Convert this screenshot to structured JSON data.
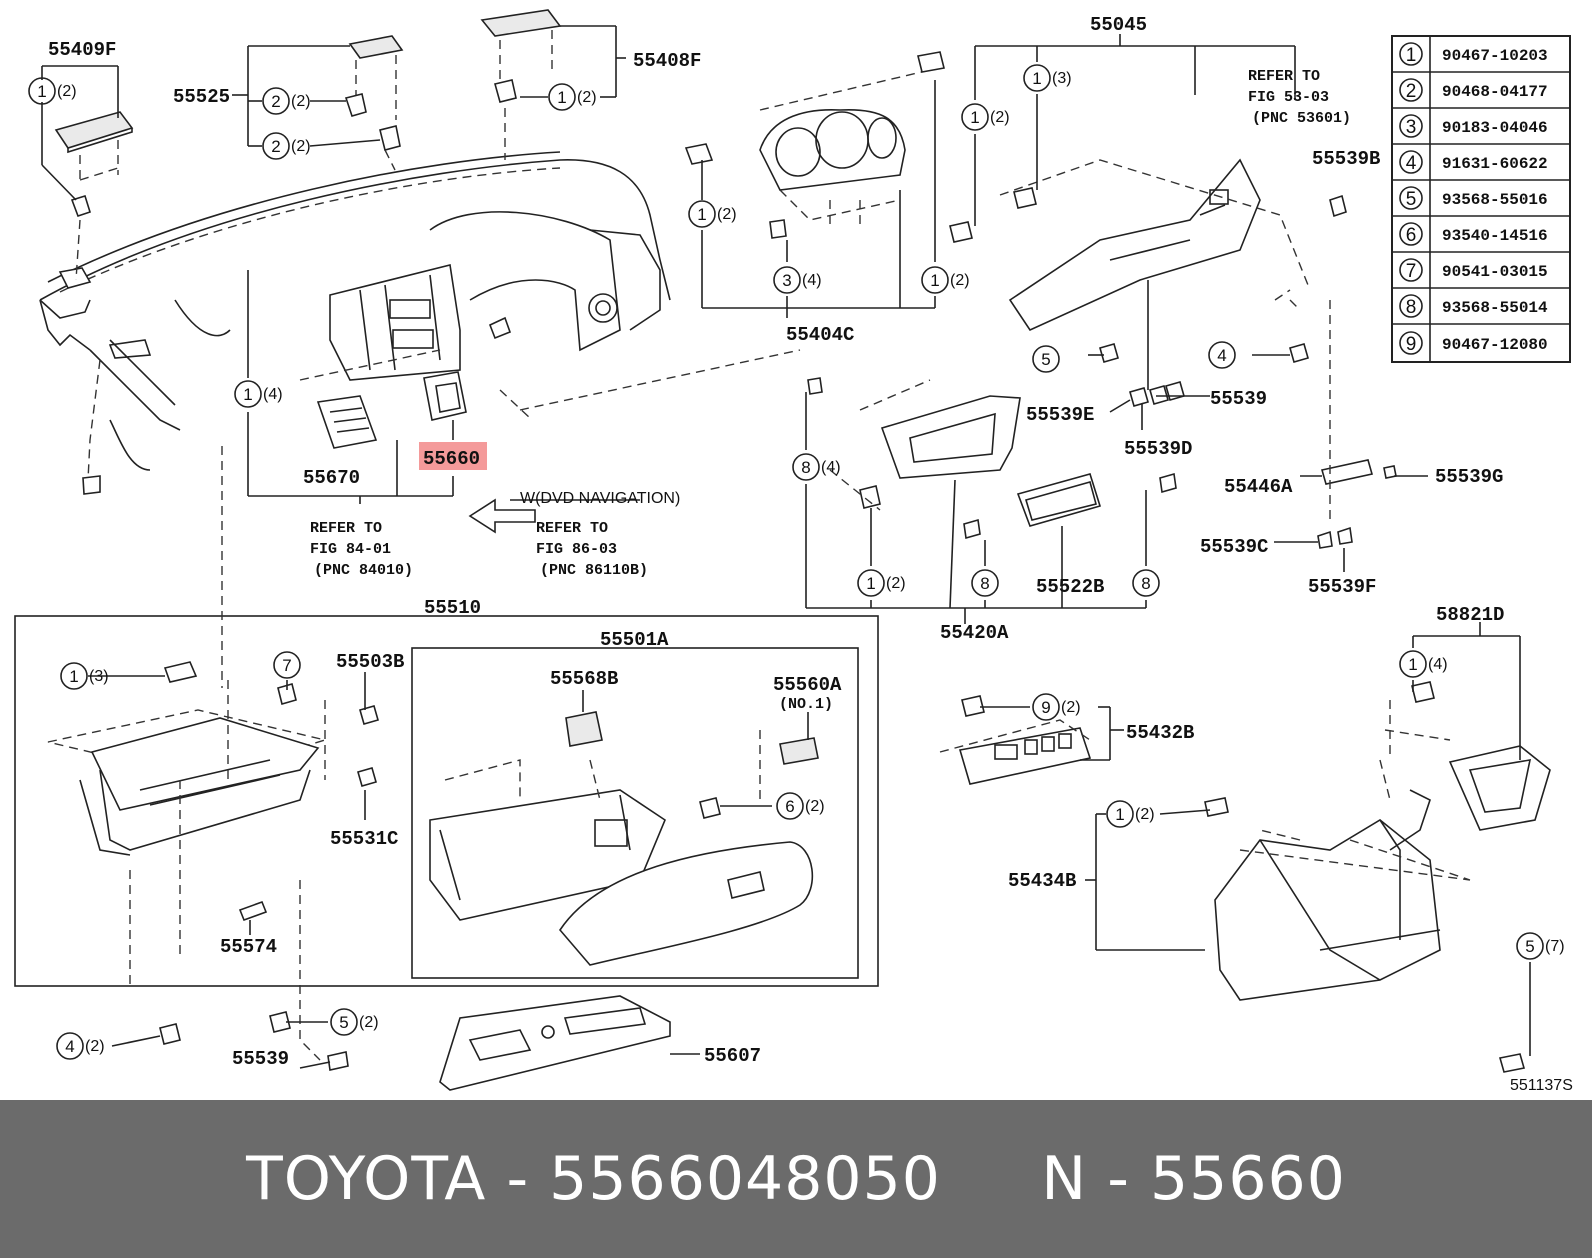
{
  "diagram": {
    "part_labels": {
      "p55409F": "55409F",
      "p55525": "55525",
      "p55408F": "55408F",
      "p55045": "55045",
      "p55539B": "55539B",
      "p55404C": "55404C",
      "p55670": "55670",
      "p55660": "55660",
      "p55539E": "55539E",
      "p55539": "55539",
      "p55539D": "55539D",
      "p55446A": "55446A",
      "p55539G": "55539G",
      "p55522B": "55522B",
      "p55420A": "55420A",
      "p55539C": "55539C",
      "p55539F": "55539F",
      "p55510": "55510",
      "p55501A": "55501A",
      "p55503B": "55503B",
      "p55568B": "55568B",
      "p55560A": "55560A",
      "p55560A_note": "(NO.1)",
      "p55531C": "55531C",
      "p55574": "55574",
      "p55539_bottom": "55539",
      "p55607": "55607",
      "p58821D": "58821D",
      "p55432B": "55432B",
      "p55434B": "55434B",
      "illustration_code": "551137S"
    },
    "refs": {
      "fig53_l1": "REFER TO",
      "fig53_l2": "FIG 53-03",
      "fig53_l3": "(PNC 53601)",
      "fig84_l1": "REFER TO",
      "fig84_l2": "FIG 84-01",
      "fig84_l3": "(PNC 84010)",
      "fig86_l1": "REFER TO",
      "fig86_l2": "FIG 86-03",
      "fig86_l3": "(PNC 86110B)",
      "dvd_note": "W(DVD NAVIGATION)"
    },
    "callouts": {
      "c_409f": {
        "num": "1",
        "qty": "(2)"
      },
      "c_525a": {
        "num": "2",
        "qty": "(2)"
      },
      "c_525b": {
        "num": "2",
        "qty": "(2)"
      },
      "c_408f": {
        "num": "1",
        "qty": "(2)"
      },
      "c_045a": {
        "num": "1",
        "qty": "(3)"
      },
      "c_045b": {
        "num": "1",
        "qty": "(2)"
      },
      "c_404a": {
        "num": "1",
        "qty": "(2)"
      },
      "c_404b": {
        "num": "3",
        "qty": "(4)"
      },
      "c_404c": {
        "num": "1",
        "qty": "(2)"
      },
      "c_670": {
        "num": "1",
        "qty": "(4)"
      },
      "c_s5": {
        "num": "5",
        "qty": ""
      },
      "c_s4": {
        "num": "4",
        "qty": ""
      },
      "c_420a": {
        "num": "8",
        "qty": "(4)"
      },
      "c_420b": {
        "num": "1",
        "qty": "(2)"
      },
      "c_420c": {
        "num": "8",
        "qty": ""
      },
      "c_420d": {
        "num": "8",
        "qty": ""
      },
      "c_510a": {
        "num": "1",
        "qty": "(3)"
      },
      "c_510b": {
        "num": "7",
        "qty": ""
      },
      "c_501a": {
        "num": "6",
        "qty": "(2)"
      },
      "c_bot4": {
        "num": "4",
        "qty": "(2)"
      },
      "c_bot5": {
        "num": "5",
        "qty": "(2)"
      },
      "c_821": {
        "num": "1",
        "qty": "(4)"
      },
      "c_432": {
        "num": "9",
        "qty": "(2)"
      },
      "c_434": {
        "num": "1",
        "qty": "(2)"
      },
      "c_r5": {
        "num": "5",
        "qty": "(7)"
      }
    },
    "fastener_table": [
      {
        "num": "1",
        "part": "90467-10203"
      },
      {
        "num": "2",
        "part": "90468-04177"
      },
      {
        "num": "3",
        "part": "90183-04046"
      },
      {
        "num": "4",
        "part": "91631-60622"
      },
      {
        "num": "5",
        "part": "93568-55016"
      },
      {
        "num": "6",
        "part": "93540-14516"
      },
      {
        "num": "7",
        "part": "90541-03015"
      },
      {
        "num": "8",
        "part": "93568-55014"
      },
      {
        "num": "9",
        "part": "90467-12080"
      }
    ],
    "highlight_color": "#f49a9a"
  },
  "footer": {
    "brand": "TOYOTA",
    "sep1": "-",
    "part_number": "5566048050",
    "n_label": "N",
    "sep2": "-",
    "pnc": "55660"
  }
}
